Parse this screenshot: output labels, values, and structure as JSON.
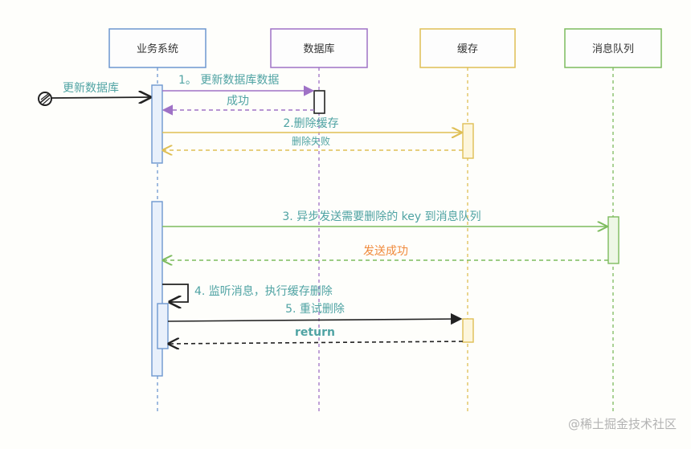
{
  "participants": {
    "business": "业务系统",
    "database": "数据库",
    "cache": "缓存",
    "queue": "消息队列"
  },
  "messages": {
    "external_update": "更新数据库",
    "m1_update_db": "1。 更新数据库数据",
    "m1_reply_success": "成功",
    "m2_delete_cache": "2.删除缓存",
    "m2_reply_fail": "删除失败",
    "m3_send_key": "3. 异步发送需要删除的 key 到消息队列",
    "m3_reply_success": "发送成功",
    "m4_listen": "4. 监听消息，执行缓存删除",
    "m5_retry_delete": "5. 重试删除",
    "m5_reply_return": "return"
  },
  "watermark": "@稀土掘金技术社区",
  "colors": {
    "business": "#6d97d0",
    "business_fill": "#e8f0fb",
    "database": "#9f72c6",
    "database_fill": "#f2eafa",
    "cache": "#dfbf55",
    "cache_fill": "#fdf6dc",
    "queue": "#7dbb5e",
    "queue_fill": "#eef7e6",
    "label_green": "#4fa3a3",
    "label_orange": "#f08a3c",
    "arrow_black": "#222222",
    "watermark": "#b3b3b3"
  }
}
